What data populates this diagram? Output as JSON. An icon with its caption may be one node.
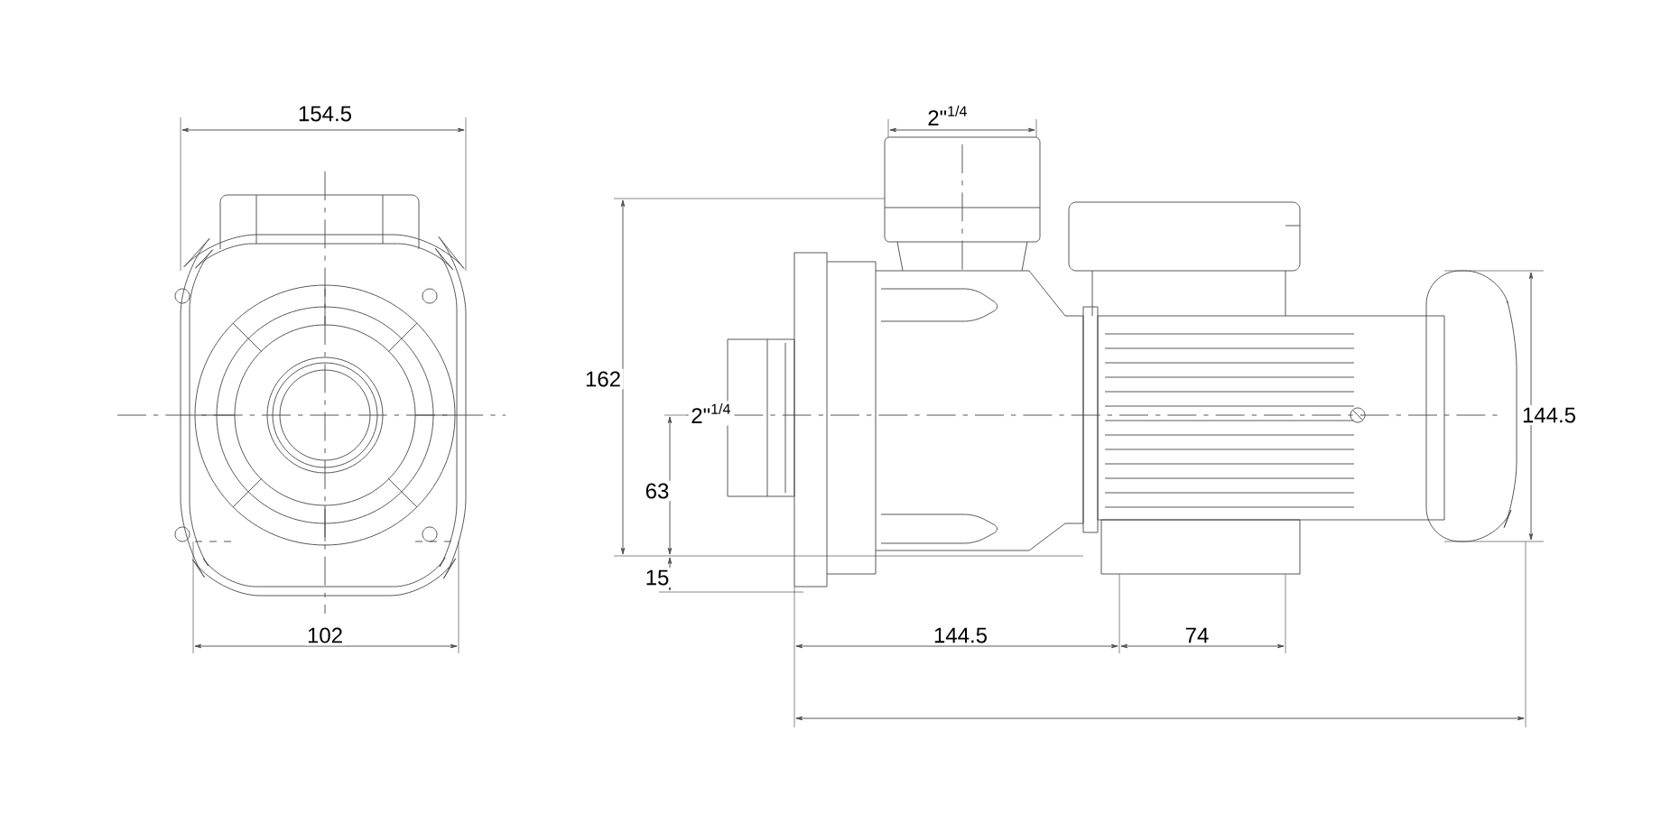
{
  "diagram": {
    "labels": [
      "154.5",
      "2\"$^{1/4}$",
      "162",
      "2\"$^{1/4}$",
      "144.5",
      "63",
      "15",
      "102",
      "144.5",
      "74"
    ]
  }
}
